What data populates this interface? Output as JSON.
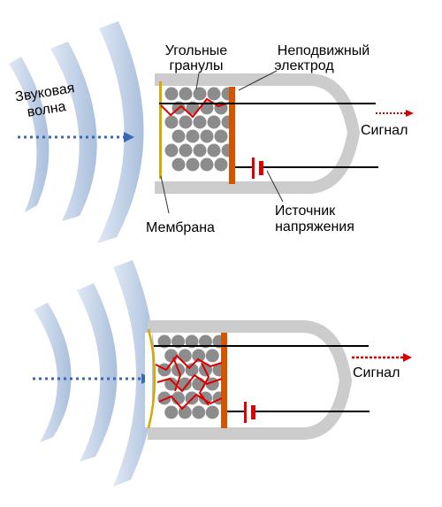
{
  "top_panel": {
    "sound_wave_line1": "Звуковая",
    "sound_wave_line2": "волна",
    "carbon_granules_line1": "Угольные",
    "carbon_granules_line2": "гранулы",
    "fixed_electrode_line1": "Неподвижный",
    "fixed_electrode_line2": "электрод",
    "signal": "Сигнал",
    "membrane": "Мембрана",
    "voltage_source_line1": "Источник",
    "voltage_source_line2": "напряжения"
  },
  "bottom_panel": {
    "signal": "Сигнал"
  },
  "colors": {
    "wave": "#b7c9e2",
    "housing": "#cccccc",
    "granule": "#8c8c8c",
    "membrane": "#d4aa00",
    "electrode": "#d45500",
    "current_path": "#dd0000",
    "sound_arrow": "#3a68b0",
    "signal_arrow": "#dd0000",
    "wire": "#000000"
  },
  "icons": [
    "arrow-right-icon",
    "battery-icon"
  ]
}
